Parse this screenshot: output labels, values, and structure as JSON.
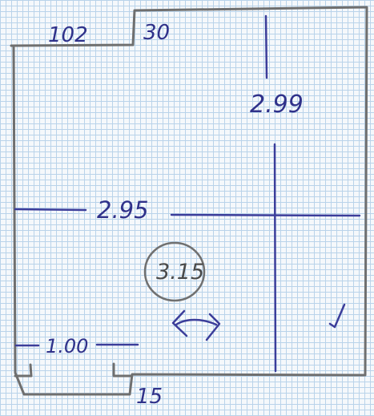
{
  "labels": {
    "top_notch_width": "102",
    "notch_depth": "30",
    "vertical_dim": "2.99",
    "horizontal_dim": "2.95",
    "circled_area": "3.15",
    "bottom_opening": "1.00",
    "bottom_recess": "15"
  },
  "colors": {
    "ink": "#3b3d9a",
    "pencil": "#6f6f6f",
    "grid": "#b9d3ea",
    "paper": "#f5f8fb"
  },
  "symbols": {
    "double_arrow": "double-headed-arrow-icon",
    "check": "check-mark-icon"
  }
}
